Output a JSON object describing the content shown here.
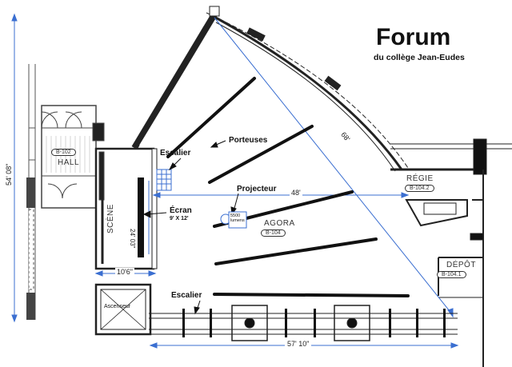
{
  "title": "Forum",
  "subtitle": "du collège Jean-Eudes",
  "rooms": {
    "hall": {
      "name": "HALL",
      "code": "B-102"
    },
    "scene": {
      "name": "SCÈNE"
    },
    "agora": {
      "name": "AGORA",
      "code": "B-104"
    },
    "regie": {
      "name": "RÉGIE",
      "code": "B-104.2"
    },
    "depot": {
      "name": "DÉPÔT",
      "code": "B-104.1"
    },
    "ascenseur": {
      "name": "Ascenseur"
    }
  },
  "labels": {
    "escalier_top": "Escalier",
    "escalier_bottom": "Escalier",
    "porteuses": "Porteuses",
    "projecteur": "Projecteur",
    "projector_spec_line1": "5500",
    "projector_spec_line2": "lumens",
    "ecran": "Écran",
    "ecran_size": "9' X 12'"
  },
  "dimensions": {
    "left_height": "54' 08\"",
    "diagonal": "68'",
    "width_48": "48'",
    "scene_depth": "24' 03\"",
    "scene_width": "10'6\"",
    "bottom_width": "57' 10\""
  }
}
